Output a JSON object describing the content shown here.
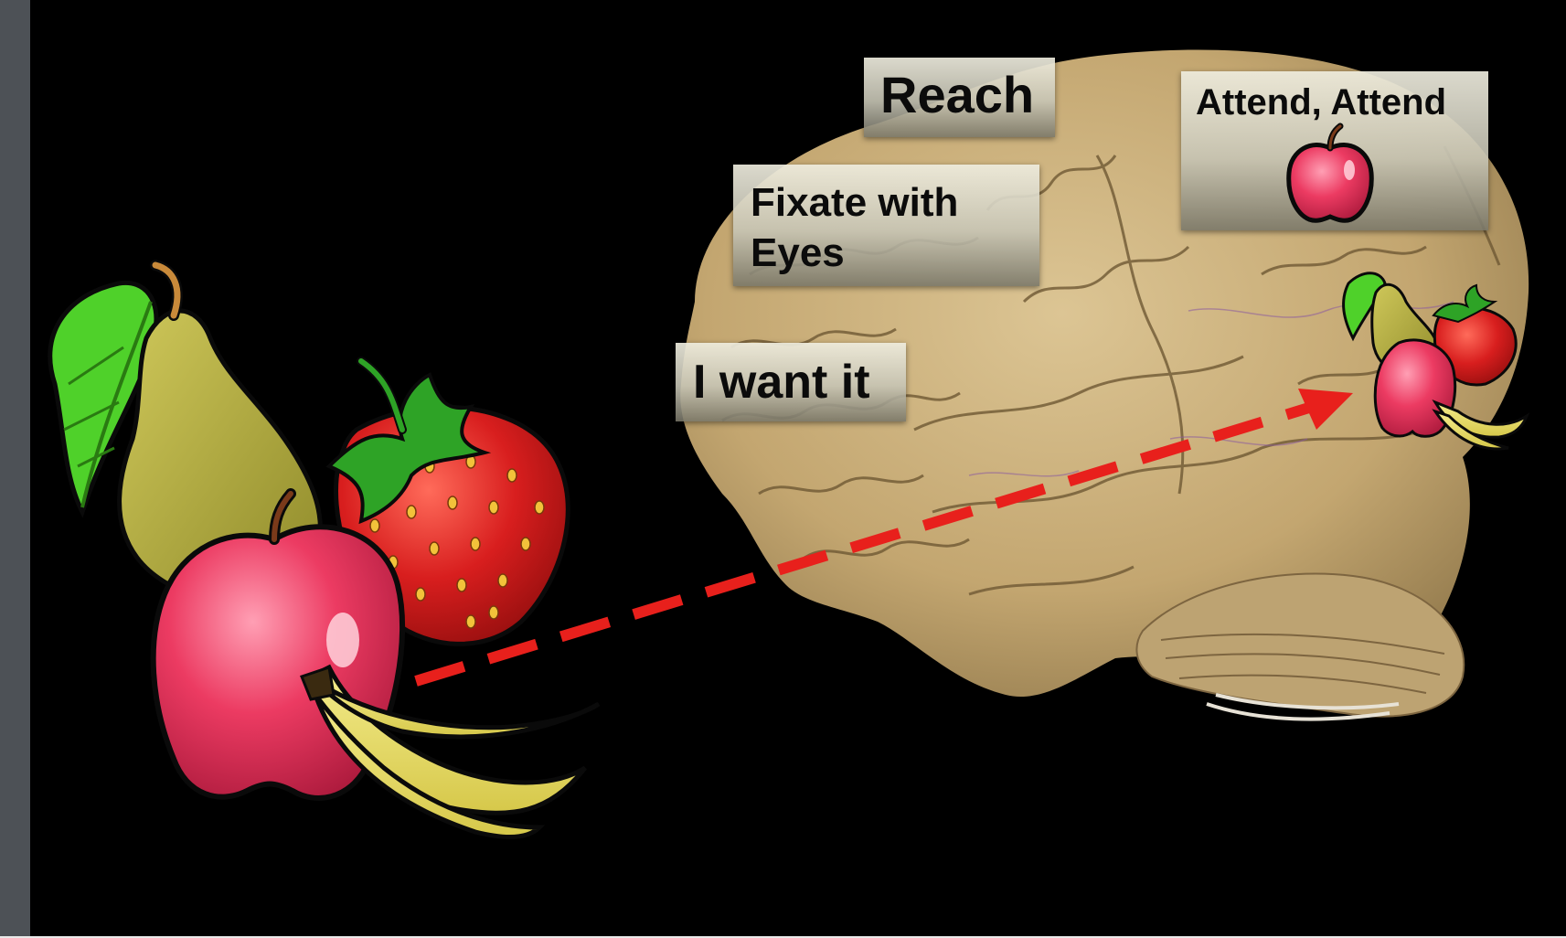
{
  "slide": {
    "labels": {
      "reach": "Reach",
      "fixate_line1": "Fixate with",
      "fixate_line2": "Eyes",
      "want": "I want it",
      "attend": "Attend, Attend"
    },
    "colors": {
      "background": "#000000",
      "arrow": "#e8201c",
      "brain": "#c8ad78",
      "apple": "#e5294f",
      "strawberry": "#d81e1e",
      "pear": "#b5ae3a",
      "banana": "#ece06a",
      "leaf": "#4fd12a"
    },
    "icons": {
      "fruit_bundle_large": "fruit-bundle-icon",
      "fruit_bundle_small": "fruit-bundle-icon",
      "apple_small": "apple-icon",
      "brain": "brain-image",
      "arrow": "dashed-arrow"
    }
  }
}
